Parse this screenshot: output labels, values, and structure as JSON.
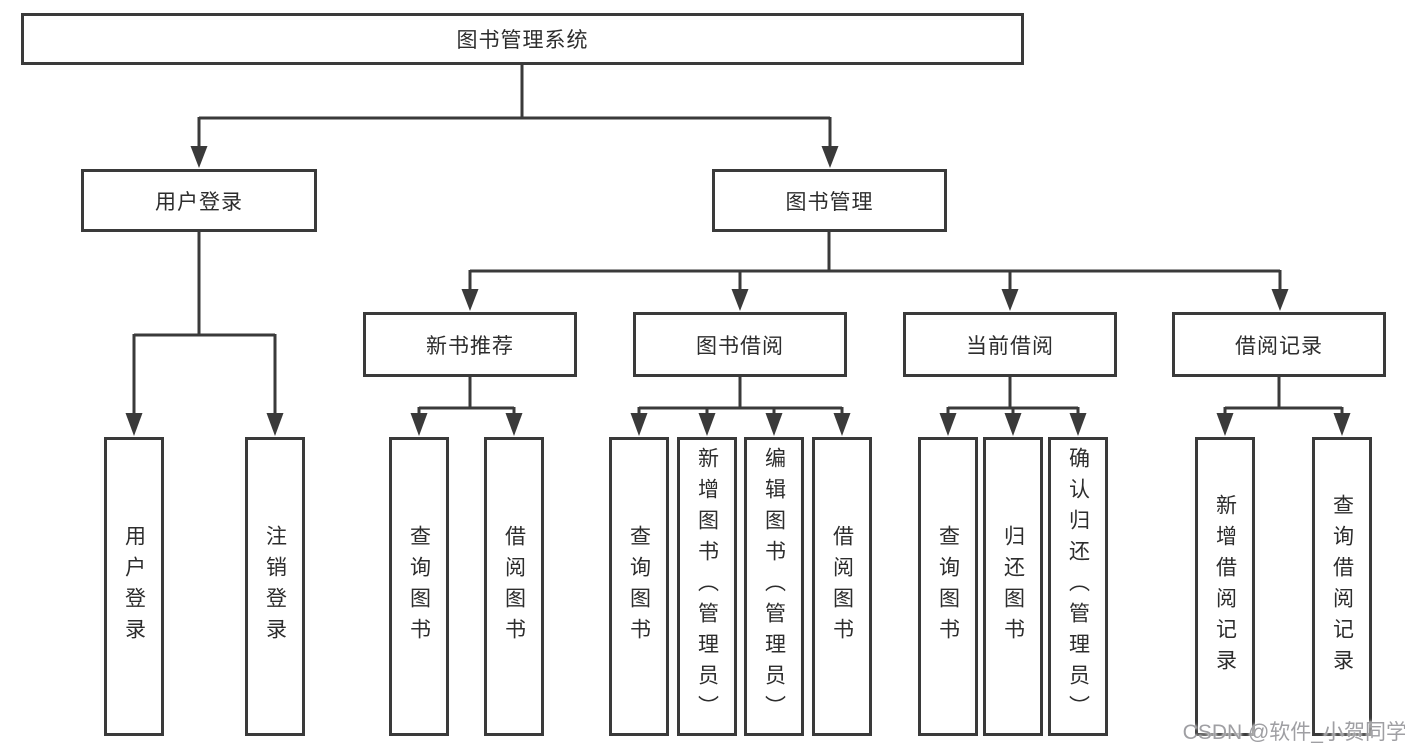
{
  "root": {
    "label": "图书管理系统"
  },
  "level2": [
    {
      "label": "用户登录"
    },
    {
      "label": "图书管理"
    }
  ],
  "level3": [
    {
      "label": "新书推荐"
    },
    {
      "label": "图书借阅"
    },
    {
      "label": "当前借阅"
    },
    {
      "label": "借阅记录"
    }
  ],
  "leaves": [
    {
      "label": "用户登录"
    },
    {
      "label": "注销登录"
    },
    {
      "label": "查询图书"
    },
    {
      "label": "借阅图书"
    },
    {
      "label": "查询图书"
    },
    {
      "label": "新增图书（管理员）"
    },
    {
      "label": "编辑图书（管理员）"
    },
    {
      "label": "借阅图书"
    },
    {
      "label": "查询图书"
    },
    {
      "label": "归还图书"
    },
    {
      "label": "确认归还（管理员）"
    },
    {
      "label": "新增借阅记录"
    },
    {
      "label": "查询借阅记录"
    }
  ],
  "watermark": {
    "text": "CSDN @软件_小贺同学"
  },
  "colors": {
    "line": "#3a3a3a",
    "box_border": "#3a3a3a",
    "box_fill": "#ffffff",
    "text": "#2d2d2d",
    "watermark": "#9f9fa3"
  }
}
